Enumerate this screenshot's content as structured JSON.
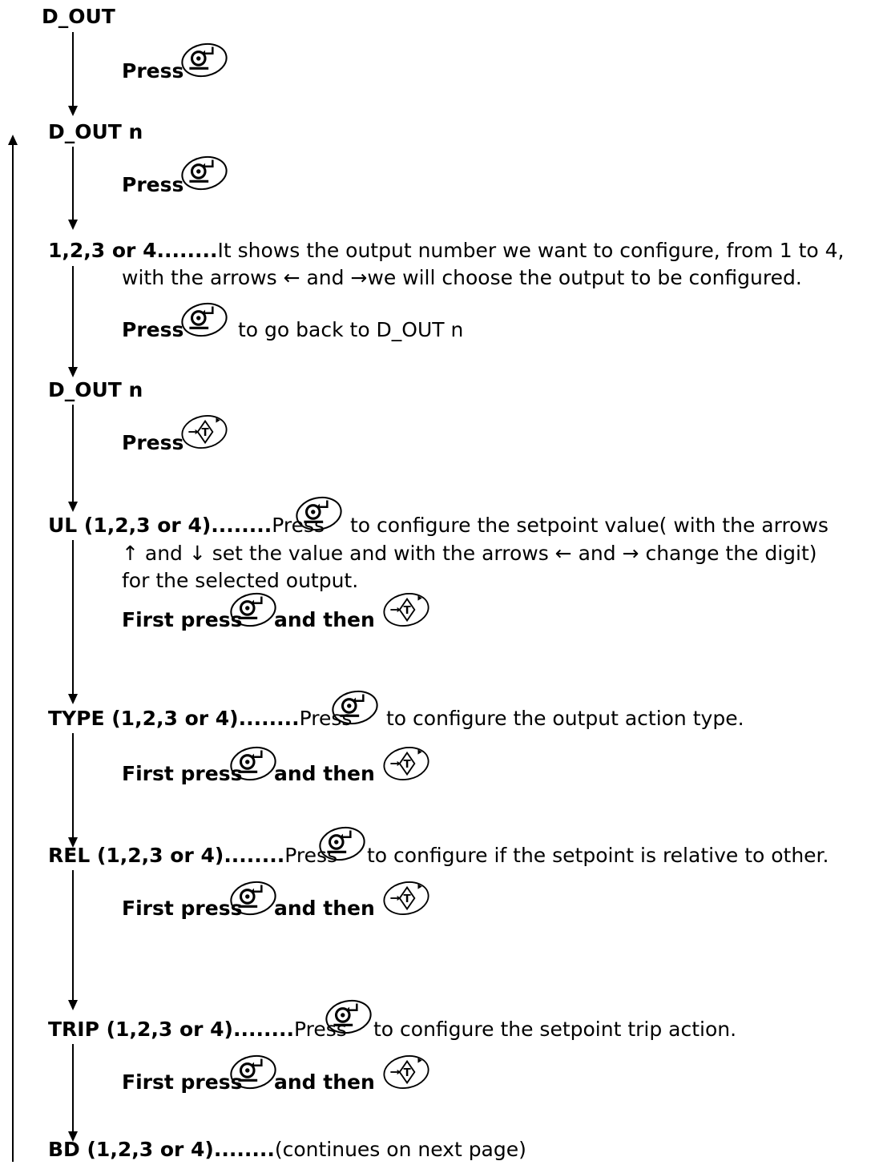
{
  "steps": {
    "s1": {
      "label": "D_OUT"
    },
    "s2": {
      "label": "D_OUT n"
    },
    "s3": {
      "label": "1,2,3 or 4",
      "dots": "........",
      "desc": "It shows the output number we want to configure, from 1 to 4,",
      "desc2": "with the arrows ← and →we will choose the output to be configured."
    },
    "s4": {
      "label": "D_OUT n"
    },
    "s5": {
      "label": "UL (1,2,3 or 4)",
      "dots": "........",
      "pre": "Press",
      "post": "to configure the setpoint value( with the arrows",
      "line2": "↑ and ↓ set the value and with the arrows ← and → change the digit)",
      "line3": "for the selected output."
    },
    "s6": {
      "label": "TYPE (1,2,3 or 4)",
      "dots": "........",
      "pre": "Press",
      "post": "to configure the output action type."
    },
    "s7": {
      "label": "REL (1,2,3 or 4)",
      "dots": "........",
      "pre": "Press",
      "post": "to configure if the setpoint is relative to other."
    },
    "s8": {
      "label": "TRIP (1,2,3 or 4)",
      "dots": "........",
      "pre": "Press",
      "post": "to configure the setpoint trip action."
    },
    "s9": {
      "label": "BD (1,2,3 or 4)",
      "dots": "........",
      "note": "(continues on next page)"
    }
  },
  "instructions": {
    "press": "Press",
    "back_text": "to go back to D_OUT n",
    "first_press": "First press",
    "and_then": "and then"
  },
  "icons": {
    "enter_key": "enter-key-icon",
    "tare_key": "tare-key-icon"
  }
}
